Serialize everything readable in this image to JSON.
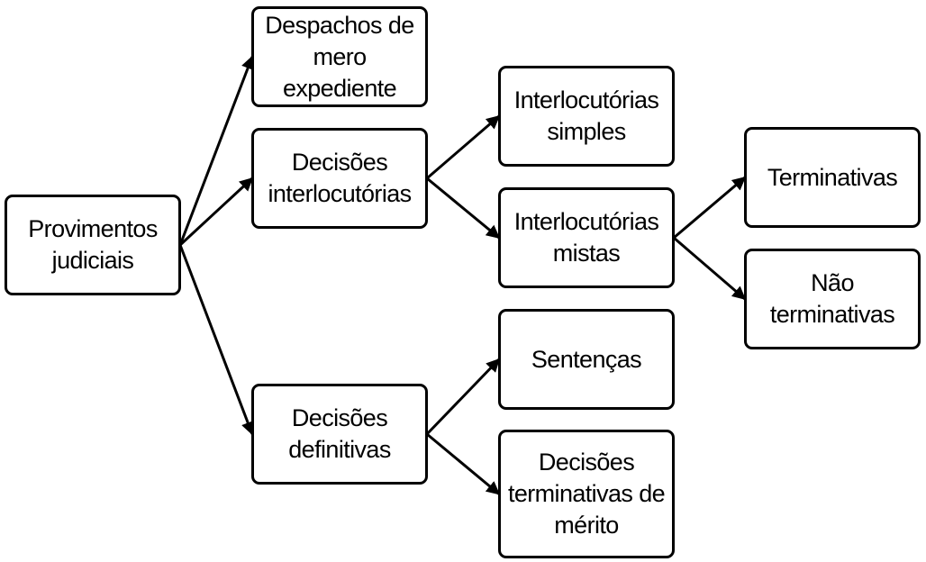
{
  "diagram": {
    "nodes": {
      "provimentos": "Provimentos\njudiciais",
      "despachos": "Despachos de\nmero expediente",
      "decisoes_interlocutorias": "Decisões\ninterlocutórias",
      "decisoes_definitivas": "Decisões\ndefinitivas",
      "interlocutorias_simples": "Interlocutórias\nsimples",
      "interlocutorias_mistas": "Interlocutórias\nmistas",
      "sentencas": "Sentenças",
      "decisoes_terminativas_merito": "Decisões\nterminativas de\nmérito",
      "terminativas": "Terminativas",
      "nao_terminativas": "Não\nterminativas"
    },
    "edges": [
      {
        "from": "provimentos",
        "to": "despachos"
      },
      {
        "from": "provimentos",
        "to": "decisoes_interlocutorias"
      },
      {
        "from": "provimentos",
        "to": "decisoes_definitivas"
      },
      {
        "from": "decisoes_interlocutorias",
        "to": "interlocutorias_simples"
      },
      {
        "from": "decisoes_interlocutorias",
        "to": "interlocutorias_mistas"
      },
      {
        "from": "interlocutorias_mistas",
        "to": "terminativas"
      },
      {
        "from": "interlocutorias_mistas",
        "to": "nao_terminativas"
      },
      {
        "from": "decisoes_definitivas",
        "to": "sentencas"
      },
      {
        "from": "decisoes_definitivas",
        "to": "decisoes_terminativas_merito"
      }
    ]
  }
}
